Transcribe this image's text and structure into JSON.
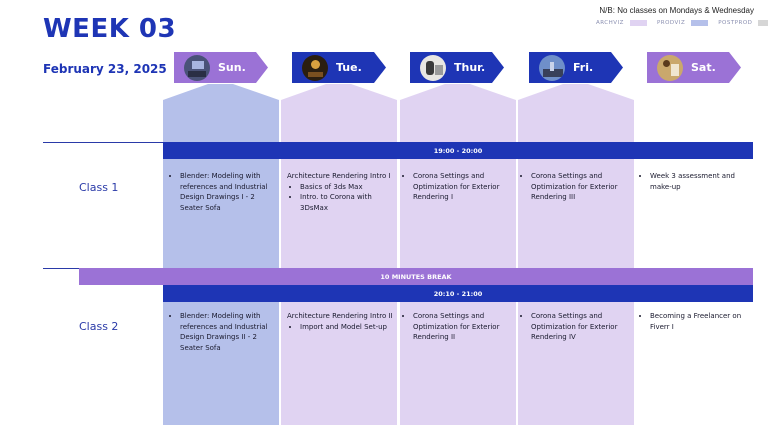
{
  "title": "WEEK 03",
  "date": "February 23, 2025",
  "note": "N/B: No classes on Mondays & Wednesday",
  "legend": [
    {
      "label": "ARCHVIZ",
      "color": "#e0d3f2"
    },
    {
      "label": "PRODVIZ",
      "color": "#b5c0ea"
    },
    {
      "label": "POSTPROD",
      "color": "#d6d6d6"
    }
  ],
  "days": [
    {
      "label": "Sun.",
      "badge_color": "#9b72d6",
      "column_color": "#b5c0ea",
      "photo_icon": "desk-photo-icon"
    },
    {
      "label": "Tue.",
      "badge_color": "#1e35b5",
      "column_color": "#e0d3f2",
      "photo_icon": "lamp-photo-icon"
    },
    {
      "label": "Thur.",
      "badge_color": "#1e35b5",
      "column_color": "#e0d3f2",
      "photo_icon": "office-photo-icon"
    },
    {
      "label": "Fri.",
      "badge_color": "#1e35b5",
      "column_color": "#e0d3f2",
      "photo_icon": "city-photo-icon"
    },
    {
      "label": "Sat.",
      "badge_color": "#9b72d6",
      "column_color": "#ffffff",
      "photo_icon": "meeting-photo-icon"
    }
  ],
  "class1": {
    "label": "Class 1",
    "time": "19:00 - 20:00",
    "cells": [
      {
        "items": [
          "Blender: Modeling with references and Industrial Design Drawings I - 2 Seater Sofa"
        ]
      },
      {
        "heading": "Architecture Rendering Intro I",
        "items": [
          "Basics of 3ds Max",
          "Intro. to Corona with 3DsMax"
        ]
      },
      {
        "items": [
          "Corona Settings and Optimization for Exterior Rendering I"
        ]
      },
      {
        "items": [
          "Corona Settings and Optimization for Exterior Rendering III"
        ]
      },
      {
        "items": [
          "Week 3 assessment and make-up"
        ]
      }
    ]
  },
  "break_label": "10 MINUTES BREAK",
  "class2": {
    "label": "Class 2",
    "time": "20:10 - 21:00",
    "cells": [
      {
        "items": [
          "Blender: Modeling with references and Industrial Design Drawings II - 2 Seater Sofa"
        ]
      },
      {
        "heading": "Architecture Rendering Intro II",
        "items": [
          "Import and Model Set-up"
        ]
      },
      {
        "items": [
          "Corona Settings and Optimization for Exterior Rendering II"
        ]
      },
      {
        "items": [
          "Corona Settings and Optimization for Exterior Rendering IV"
        ]
      },
      {
        "items": [
          "Becoming a Freelancer on Fiverr I"
        ]
      }
    ]
  },
  "colors": {
    "primary": "#1e35b5",
    "break": "#9b72d6"
  }
}
